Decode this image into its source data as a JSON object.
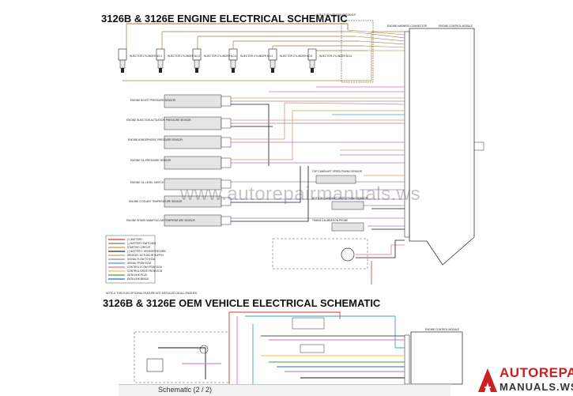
{
  "titles": {
    "top": "3126B & 3126E ENGINE ELECTRICAL SCHEMATIC",
    "bottom": "3126B & 3126E OEM VEHICLE ELECTRICAL SCHEMATIC"
  },
  "labels": {
    "harness_top": "INJECTOR HARNESS BREAKOUT",
    "engine_harness": "ENGINE HARNESS CONNECTOR",
    "ecm": "ENGINE CONTROL MODULE",
    "injector_1": "INJECTOR CYLINDER NO.1",
    "injector_2": "INJECTOR CYLINDER NO.2",
    "injector_3": "INJECTOR CYLINDER NO.3",
    "injector_4": "INJECTOR CYLINDER NO.4",
    "injector_5": "INJECTOR CYLINDER NO.5",
    "injector_6": "INJECTOR CYLINDER NO.6",
    "boost_sensor": "ENGINE BOOST PRESSURE SENSOR",
    "injection_actuation_sensor": "ENGINE INJECTION ACTUATION PRESSURE SENSOR",
    "atmospheric_sensor": "ENGINE ATMOSPHERIC PRESSURE SENSOR",
    "oil_sensor": "ENGINE OIL PRESSURE SENSOR",
    "oil_level": "ENGINE OIL LEVEL SWITCH",
    "coolant_temp": "ENGINE COOLANT TEMPERATURE SENSOR",
    "intake_air_temp": "ENGINE INTAKE MANIFOLD AIR TEMPERATURE SENSOR",
    "cam_speed": "TOP CAMSHAFT SPEED/TIMING SENSOR",
    "bottom_cam_speed": "BOTTOM CAMSHAFT SPEED/TIMING SENSOR",
    "timing_cal": "TIMING CALIBRATION PROBE",
    "oem_ecm": "ENGINE CONTROL MODULE",
    "note": "NOTE A: THIS IS AN OPTIONAL FEATURE NOT INSTALLED ON ALL ENGINES."
  },
  "legend": {
    "items": [
      {
        "text": "(+) BATTERY",
        "color": "#d23a2a"
      },
      {
        "text": "(-) BATTERY SWITCHED",
        "color": "#7a7a7a"
      },
      {
        "text": "STARTING CIRCUIT",
        "color": "#e0902a"
      },
      {
        "text": "(-) BATTERY / SENSOR RETURN",
        "color": "#2a2a2a"
      },
      {
        "text": "SENSOR / ACTUATOR SUPPLY",
        "color": "#c8a060"
      },
      {
        "text": "SIGNAL FLOW TO ECM",
        "color": "#a07ac8"
      },
      {
        "text": "SIGNAL FROM ECM",
        "color": "#3aa0c8"
      },
      {
        "text": "CONTROL FLOW FROM ECM",
        "color": "#e66ab0"
      },
      {
        "text": "CONTROL DRIVE FROM ECM",
        "color": "#f0c030"
      },
      {
        "text": "DATA LINK PLUS",
        "color": "#4a9a4a"
      },
      {
        "text": "DATA LINK MINUS",
        "color": "#2a6ad0"
      }
    ]
  },
  "watermark": "www.autorepairmanuals.ws",
  "tab_label": "Schematic (2 / 2)",
  "brand": {
    "line1": "AUTOREPAIR",
    "line2": "MANUALS.WS"
  },
  "colors": {
    "red": "#d23a2a",
    "brown": "#a0784a",
    "tan": "#c8a060",
    "purple": "#a07ac8",
    "pink": "#e66ab0",
    "blue": "#3aa0c8",
    "gray": "#555555",
    "black": "#1a1a1a"
  }
}
